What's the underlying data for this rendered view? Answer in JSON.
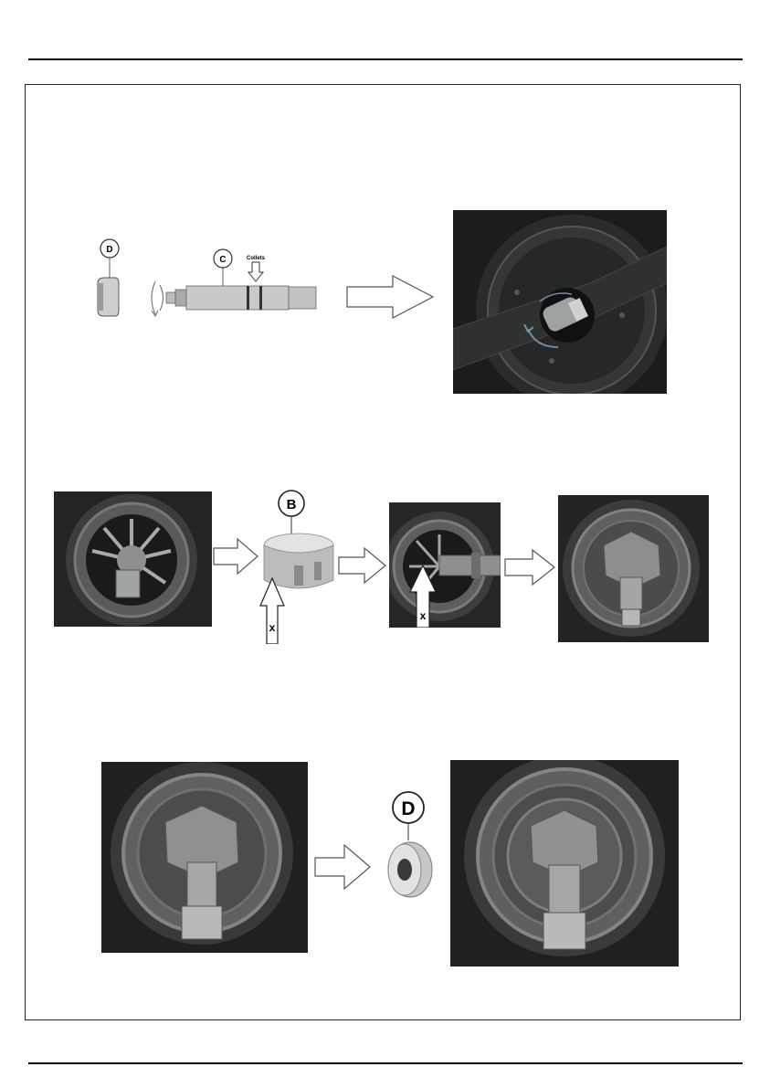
{
  "diagram1": {
    "label_d": "D",
    "label_c": "C",
    "label_collets": "Collets"
  },
  "diagram2": {
    "label_b": "B",
    "label_x1": "x",
    "label_x2": "x"
  },
  "diagram3": {
    "label_d": "D"
  },
  "colors": {
    "rule": "#000000",
    "frame": "#222222",
    "photo_dark": "#1e1e1e",
    "metal": "#8a8d8c",
    "tool_grey": "#c9c9c9"
  }
}
